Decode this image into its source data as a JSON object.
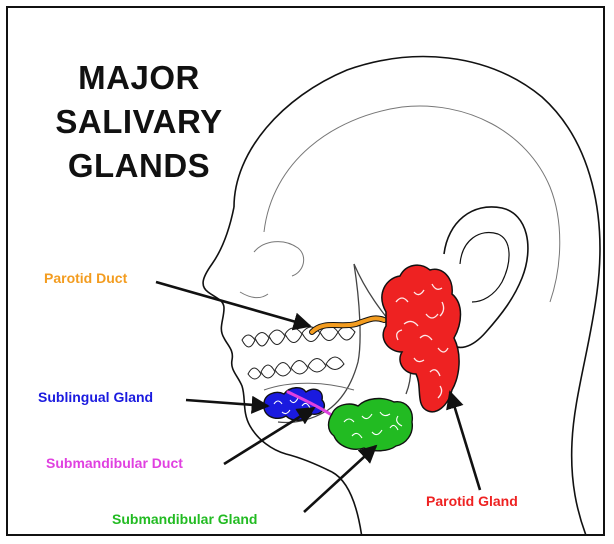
{
  "title": {
    "lines": [
      "MAJOR",
      "SALIVARY",
      "GLANDS"
    ]
  },
  "labels": {
    "parotid_duct": "Parotid Duct",
    "sublingual_gland": "Sublingual Gland",
    "submandibular_duct": "Submandibular Duct",
    "submandibular_gland": "Submandibular Gland",
    "parotid_gland": "Parotid Gland"
  },
  "colors": {
    "parotid_duct": "#f39c1f",
    "sublingual_gland": "#1a1adf",
    "submandibular_duct": "#e040e0",
    "submandibular_gland": "#22bb22",
    "parotid_gland": "#ee2222",
    "outline": "#111111"
  }
}
